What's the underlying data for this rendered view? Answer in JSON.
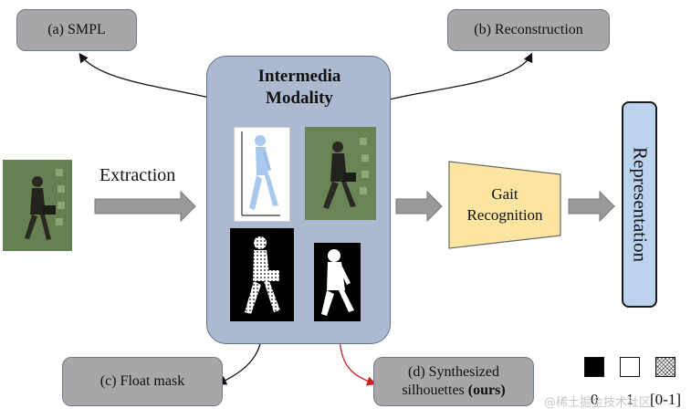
{
  "labels": {
    "smpl": "(a) SMPL",
    "reconstruction": "(b) Reconstruction",
    "float_mask": "(c) Float mask",
    "synth_line1": "(d) Synthesized",
    "synth_line2": "silhouettes",
    "synth_ours": "(ours)",
    "extraction": "Extraction",
    "modality_title_1": "Intermedia",
    "modality_title_2": "Modality",
    "gait_1": "Gait",
    "gait_2": "Recognition",
    "representation": "Representation"
  },
  "legend": {
    "black": "0",
    "white": "1",
    "pattern": "[0-1]"
  },
  "watermark": "@稀土掘金技术社区",
  "colors": {
    "gray_box": "#a8a6a6",
    "panel": "#acb9ce",
    "gait_trapezoid": "#fce5a0",
    "representation": "#bcd3ef",
    "arrow_fill": "#999999",
    "ours_arrow": "#cc1f1f"
  },
  "icons": [
    "walking-person-photo",
    "smpl-mesh-figure",
    "float-mask-figure",
    "synthesized-silhouette-figure"
  ]
}
